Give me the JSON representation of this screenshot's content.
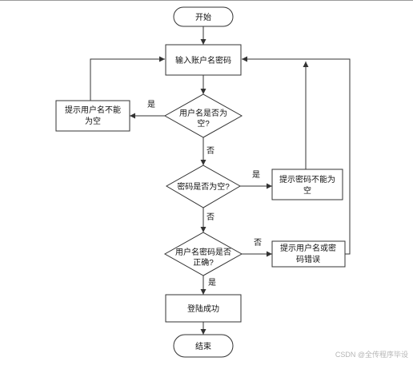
{
  "nodes": {
    "start": "开始",
    "input": "输入账户名密码",
    "check_user_empty_1": "用户名是否为",
    "check_user_empty_2": "空?",
    "hint_user_empty_1": "提示用户名不能",
    "hint_user_empty_2": "为空",
    "check_pwd_empty": "密码是否为空?",
    "hint_pwd_empty_1": "提示密码不能为",
    "hint_pwd_empty_2": "空",
    "check_correct_1": "用户名密码是否",
    "check_correct_2": "正确?",
    "hint_wrong_1": "提示用户名或密",
    "hint_wrong_2": "码错误",
    "success": "登陆成功",
    "end": "结束"
  },
  "edge_labels": {
    "user_empty_yes": "是",
    "user_empty_no": "否",
    "pwd_empty_yes": "是",
    "pwd_empty_no": "否",
    "correct_no": "否",
    "correct_yes": "是"
  },
  "watermark": "CSDN @全传程序毕设"
}
